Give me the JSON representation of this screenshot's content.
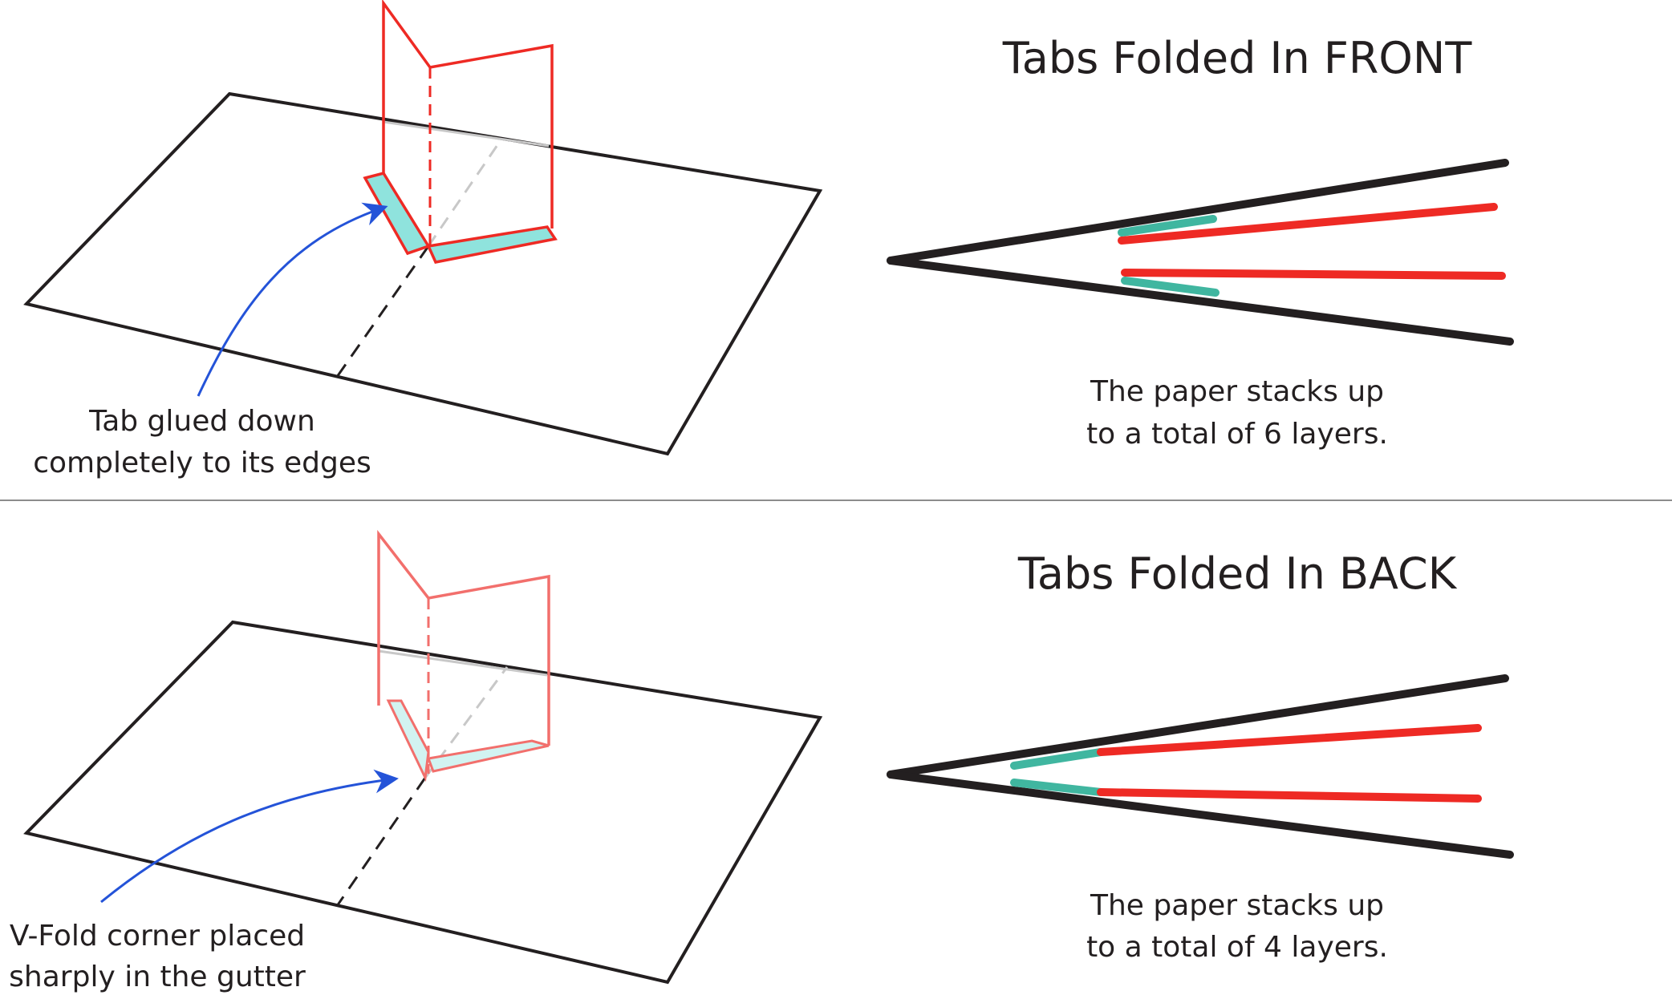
{
  "colors": {
    "ink": "#231f20",
    "red": "#ee2a24",
    "red_light": "#f26f6c",
    "teal": "#40b6a0",
    "tab_fill": "#8fe3dd",
    "tab_fill_light": "#d2f3f1",
    "arrow": "#2453d8",
    "divider": "#8c8c8c",
    "hidden_line": "#c8c8c8"
  },
  "top": {
    "title": "Tabs Folded In FRONT",
    "callout": [
      "Tab glued down",
      "completely to its edges"
    ],
    "caption": [
      "The paper stacks up",
      "to a total of 6 layers."
    ]
  },
  "bottom": {
    "title": "Tabs Folded In BACK",
    "callout": [
      "V-Fold corner placed",
      "sharply in the gutter"
    ],
    "caption": [
      "The paper stacks up",
      "to a total of 4 layers."
    ]
  }
}
